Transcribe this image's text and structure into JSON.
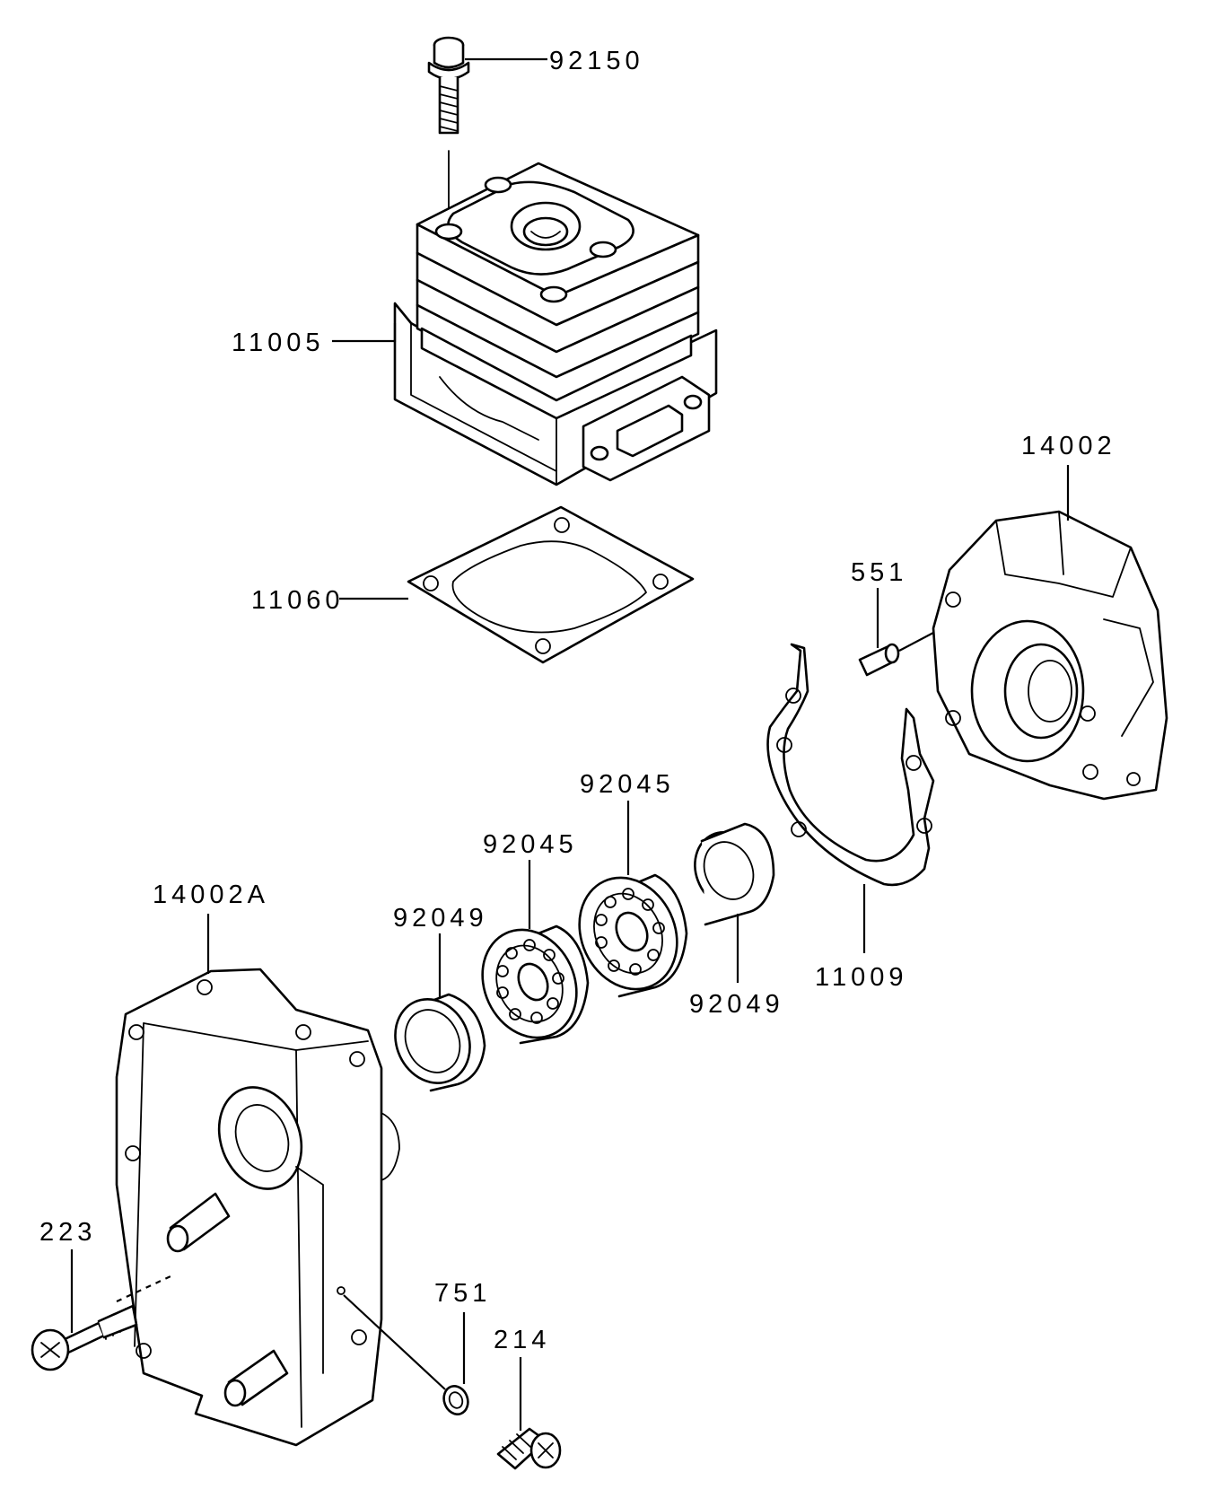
{
  "callouts": [
    {
      "id": "bolt-cylinder",
      "label": "92150"
    },
    {
      "id": "cylinder",
      "label": "11005"
    },
    {
      "id": "cylinder-gasket",
      "label": "11060"
    },
    {
      "id": "crankcase-right",
      "label": "14002"
    },
    {
      "id": "dowel-pin",
      "label": "551"
    },
    {
      "id": "bearing-upper",
      "label": "92045"
    },
    {
      "id": "bearing-lower",
      "label": "92045"
    },
    {
      "id": "oil-seal-left",
      "label": "92049"
    },
    {
      "id": "oil-seal-right",
      "label": "92049"
    },
    {
      "id": "crankcase-gasket",
      "label": "11009"
    },
    {
      "id": "crankcase-left",
      "label": "14002A"
    },
    {
      "id": "screw-left",
      "label": "223"
    },
    {
      "id": "washer",
      "label": "751"
    },
    {
      "id": "screw-bottom",
      "label": "214"
    }
  ],
  "icons": {
    "bolt": "bolt-icon",
    "cylinder": "engine-cylinder-icon",
    "gasket": "gasket-icon",
    "crankcase": "crankcase-icon",
    "bearing": "ball-bearing-icon",
    "seal": "oil-seal-icon",
    "pin": "dowel-pin-icon",
    "screw": "screw-icon",
    "washer": "washer-icon"
  }
}
